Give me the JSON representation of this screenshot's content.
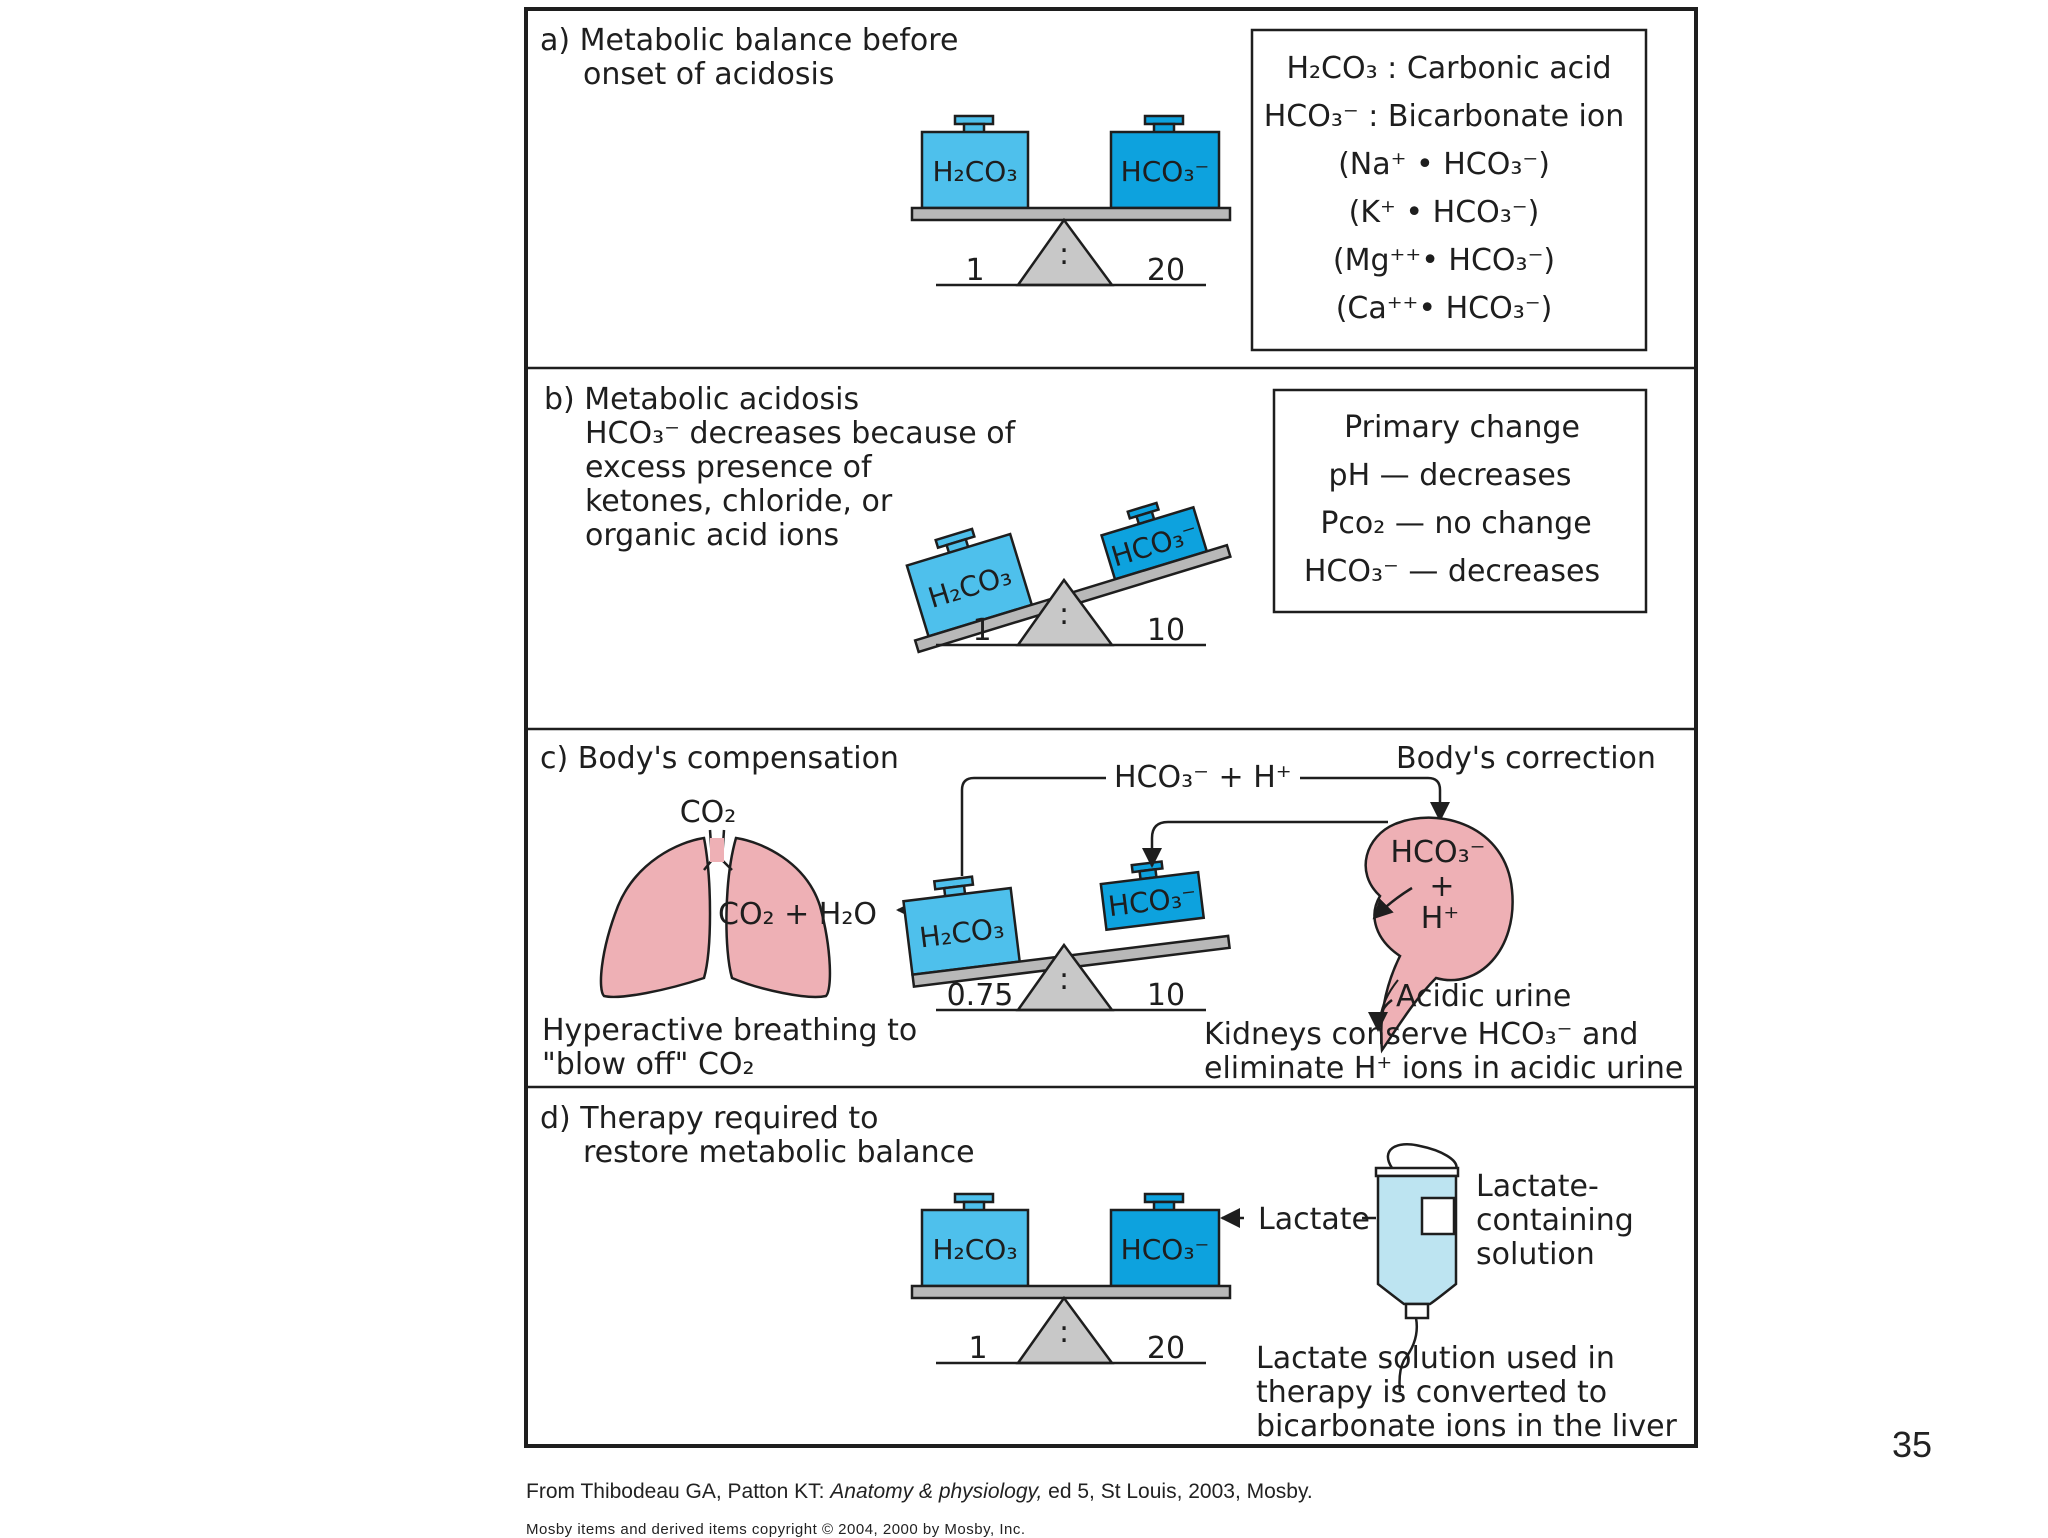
{
  "panel_a": {
    "title_1": "a) Metabolic balance before",
    "title_2": "onset of acidosis",
    "left_ratio": "1",
    "right_ratio": "20",
    "legend": [
      "H₂CO₃ : Carbonic acid",
      "HCO₃⁻ : Bicarbonate ion",
      "(Na⁺ • HCO₃⁻)",
      "(K⁺ • HCO₃⁻)",
      "(Mg⁺⁺• HCO₃⁻)",
      "(Ca⁺⁺• HCO₃⁻)"
    ]
  },
  "panel_b": {
    "title_lines": [
      "b) Metabolic acidosis",
      "HCO₃⁻ decreases because of",
      "excess presence of",
      "ketones, chloride, or",
      "organic acid ions"
    ],
    "left_ratio": "1",
    "right_ratio": "10",
    "box_lines": [
      "Primary change",
      "pH — decreases",
      "Pco₂ — no change",
      "HCO₃⁻ — decreases"
    ]
  },
  "panel_c": {
    "title": "c) Body's compensation",
    "correction": "Body's correction",
    "exchange": "HCO₃⁻ + H⁺",
    "co2": "CO₂",
    "reaction": "CO₂ + H₂O",
    "left_ratio": "0.75",
    "right_ratio": "10",
    "kidney_line_1": "HCO₃⁻",
    "kidney_line_2": "+",
    "kidney_line_3": "H⁺",
    "acidic_urine": "Acidic urine",
    "lungs_caption_1": "Hyperactive breathing to",
    "lungs_caption_2": "\"blow off\" CO₂",
    "kidney_caption_1": "Kidneys conserve HCO₃⁻ and",
    "kidney_caption_2": "eliminate H⁺ ions in acidic urine"
  },
  "panel_d": {
    "title_1": "d) Therapy required to",
    "title_2": "restore metabolic balance",
    "left_ratio": "1",
    "right_ratio": "20",
    "lactate": "Lactate",
    "bag_label": [
      "Lactate-",
      "containing",
      "solution"
    ],
    "caption": [
      "Lactate solution used in",
      "therapy is converted to",
      "bicarbonate ions in the liver"
    ]
  },
  "weights": {
    "acid": "H₂CO₃",
    "base": "HCO₃⁻",
    "colon": ":"
  },
  "credit": {
    "prefix": "From Thibodeau GA, Patton KT: ",
    "book": "Anatomy & physiology,",
    "suffix": " ed 5, St Louis, 2003, Mosby.",
    "copyright": "Mosby items and derived items copyright © 2004, 2000 by Mosby, Inc."
  },
  "slide_number": "35",
  "colors": {
    "acid_weight": "#4ec0ec",
    "base_weight": "#0da2de",
    "fulcrum": "#c8c8c8",
    "beam": "#b8b8b8",
    "organ": "#eeb0b5",
    "iv_bag": "#bde4f1",
    "frame": "#1e1e1e"
  }
}
